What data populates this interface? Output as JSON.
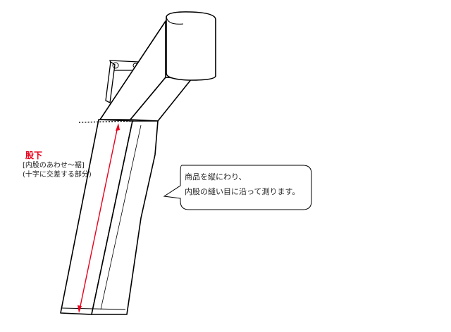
{
  "inseam": {
    "title": "股下",
    "line1": "[内股のあわせ～裾]",
    "line2": "(十字に交差する部分)"
  },
  "callout": {
    "line1": "商品を縦にわり、",
    "line2": "内股の縫い目に沿って測ります。"
  },
  "colors": {
    "accent": "#e8001c",
    "outline": "#000000"
  }
}
